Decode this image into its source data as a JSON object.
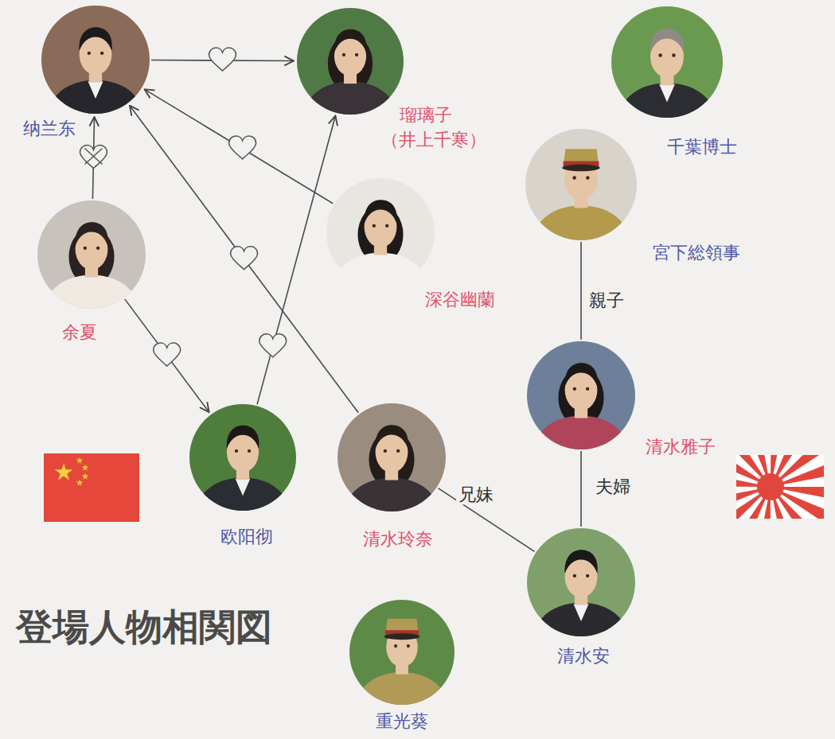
{
  "diagram": {
    "title": "登場人物相関図",
    "nodes": [
      {
        "text": [
          "纳兰东"
        ]
      },
      {
        "text": [
          "瑠璃子",
          "（井上千寒）"
        ]
      },
      {
        "text": [
          "千葉博士"
        ]
      },
      {
        "text": [
          "宮下総領事"
        ]
      },
      {
        "text": [
          "深谷幽蘭"
        ]
      },
      {
        "text": [
          "余夏"
        ]
      },
      {
        "text": [
          "清水雅子"
        ]
      },
      {
        "text": [
          "欧阳彻"
        ]
      },
      {
        "text": [
          "清水玲奈"
        ]
      },
      {
        "text": [
          "清水安"
        ]
      },
      {
        "text": [
          "重光葵"
        ]
      }
    ],
    "edges": [
      {
        "from": 0,
        "to": 1,
        "arrow": "to"
      },
      {
        "from": 4,
        "to": 0,
        "arrow": "to"
      },
      {
        "from": 5,
        "to": 0,
        "arrow": "to"
      },
      {
        "from": 5,
        "to": 7,
        "arrow": "to"
      },
      {
        "from": 7,
        "to": 1,
        "arrow": "to"
      },
      {
        "from": 8,
        "to": 0,
        "arrow": "to"
      },
      {
        "from": 3,
        "to": 6,
        "label": "親子",
        "arrow": "none"
      },
      {
        "from": 6,
        "to": 9,
        "label": "夫婦",
        "arrow": "none"
      },
      {
        "from": 8,
        "to": 9,
        "label": "兄妹",
        "arrow": "none"
      }
    ]
  }
}
